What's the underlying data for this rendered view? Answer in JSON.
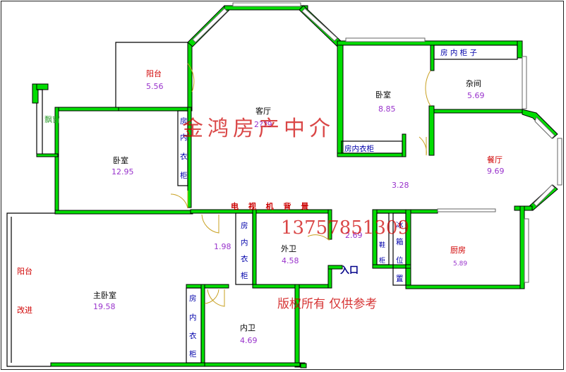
{
  "rooms": {
    "balcony_top": {
      "name": "阳台",
      "area": "5.56"
    },
    "living": {
      "name": "客厅",
      "area": "2??9"
    },
    "bay_window": {
      "name": "飘窗"
    },
    "bedroom_left": {
      "name": "卧室",
      "area": "12.95"
    },
    "bedroom_right": {
      "name": "卧室",
      "area": "8.85"
    },
    "storage": {
      "name": "杂间",
      "area": "5.69"
    },
    "dining": {
      "name": "餐厅",
      "area": "9.69"
    },
    "hall": {
      "area": "3.28"
    },
    "corridor": {
      "area": "1.98"
    },
    "entry_hall": {
      "area": "2.69"
    },
    "bath_outer": {
      "name": "外卫",
      "area": "4.58"
    },
    "kitchen": {
      "name": "厨房",
      "area": "5.89"
    },
    "master": {
      "name": "主卧室",
      "area": "19.58"
    },
    "balcony_master": {
      "line1": "阳台",
      "line2": "改进"
    },
    "bath_inner": {
      "name": "内卫",
      "area": "4.69"
    }
  },
  "closets": {
    "storage_wardrobe": "房 内 柜 子",
    "right_bedroom_wardrobe": "房内衣柜",
    "left_wardrobe": [
      "房",
      "内",
      "衣",
      "柜"
    ],
    "center_wardrobe": [
      "房",
      "内",
      "衣",
      "柜"
    ],
    "master_wardrobe": [
      "房",
      "内",
      "衣",
      "柜"
    ],
    "shoe_cabinet": [
      "鞋",
      "柜"
    ],
    "fridge": [
      "冰",
      "箱",
      "位",
      "置"
    ]
  },
  "labels": {
    "tv_wall": "电 视 机 背 景",
    "entrance": "入口"
  },
  "watermark": {
    "agency": "金鸿房产中介",
    "phone": "13757851309",
    "copyright": "版权所有  仅供参考"
  },
  "colors": {
    "wall": "#00dd00",
    "mark": "#cc0000",
    "area": "#9933cc"
  }
}
